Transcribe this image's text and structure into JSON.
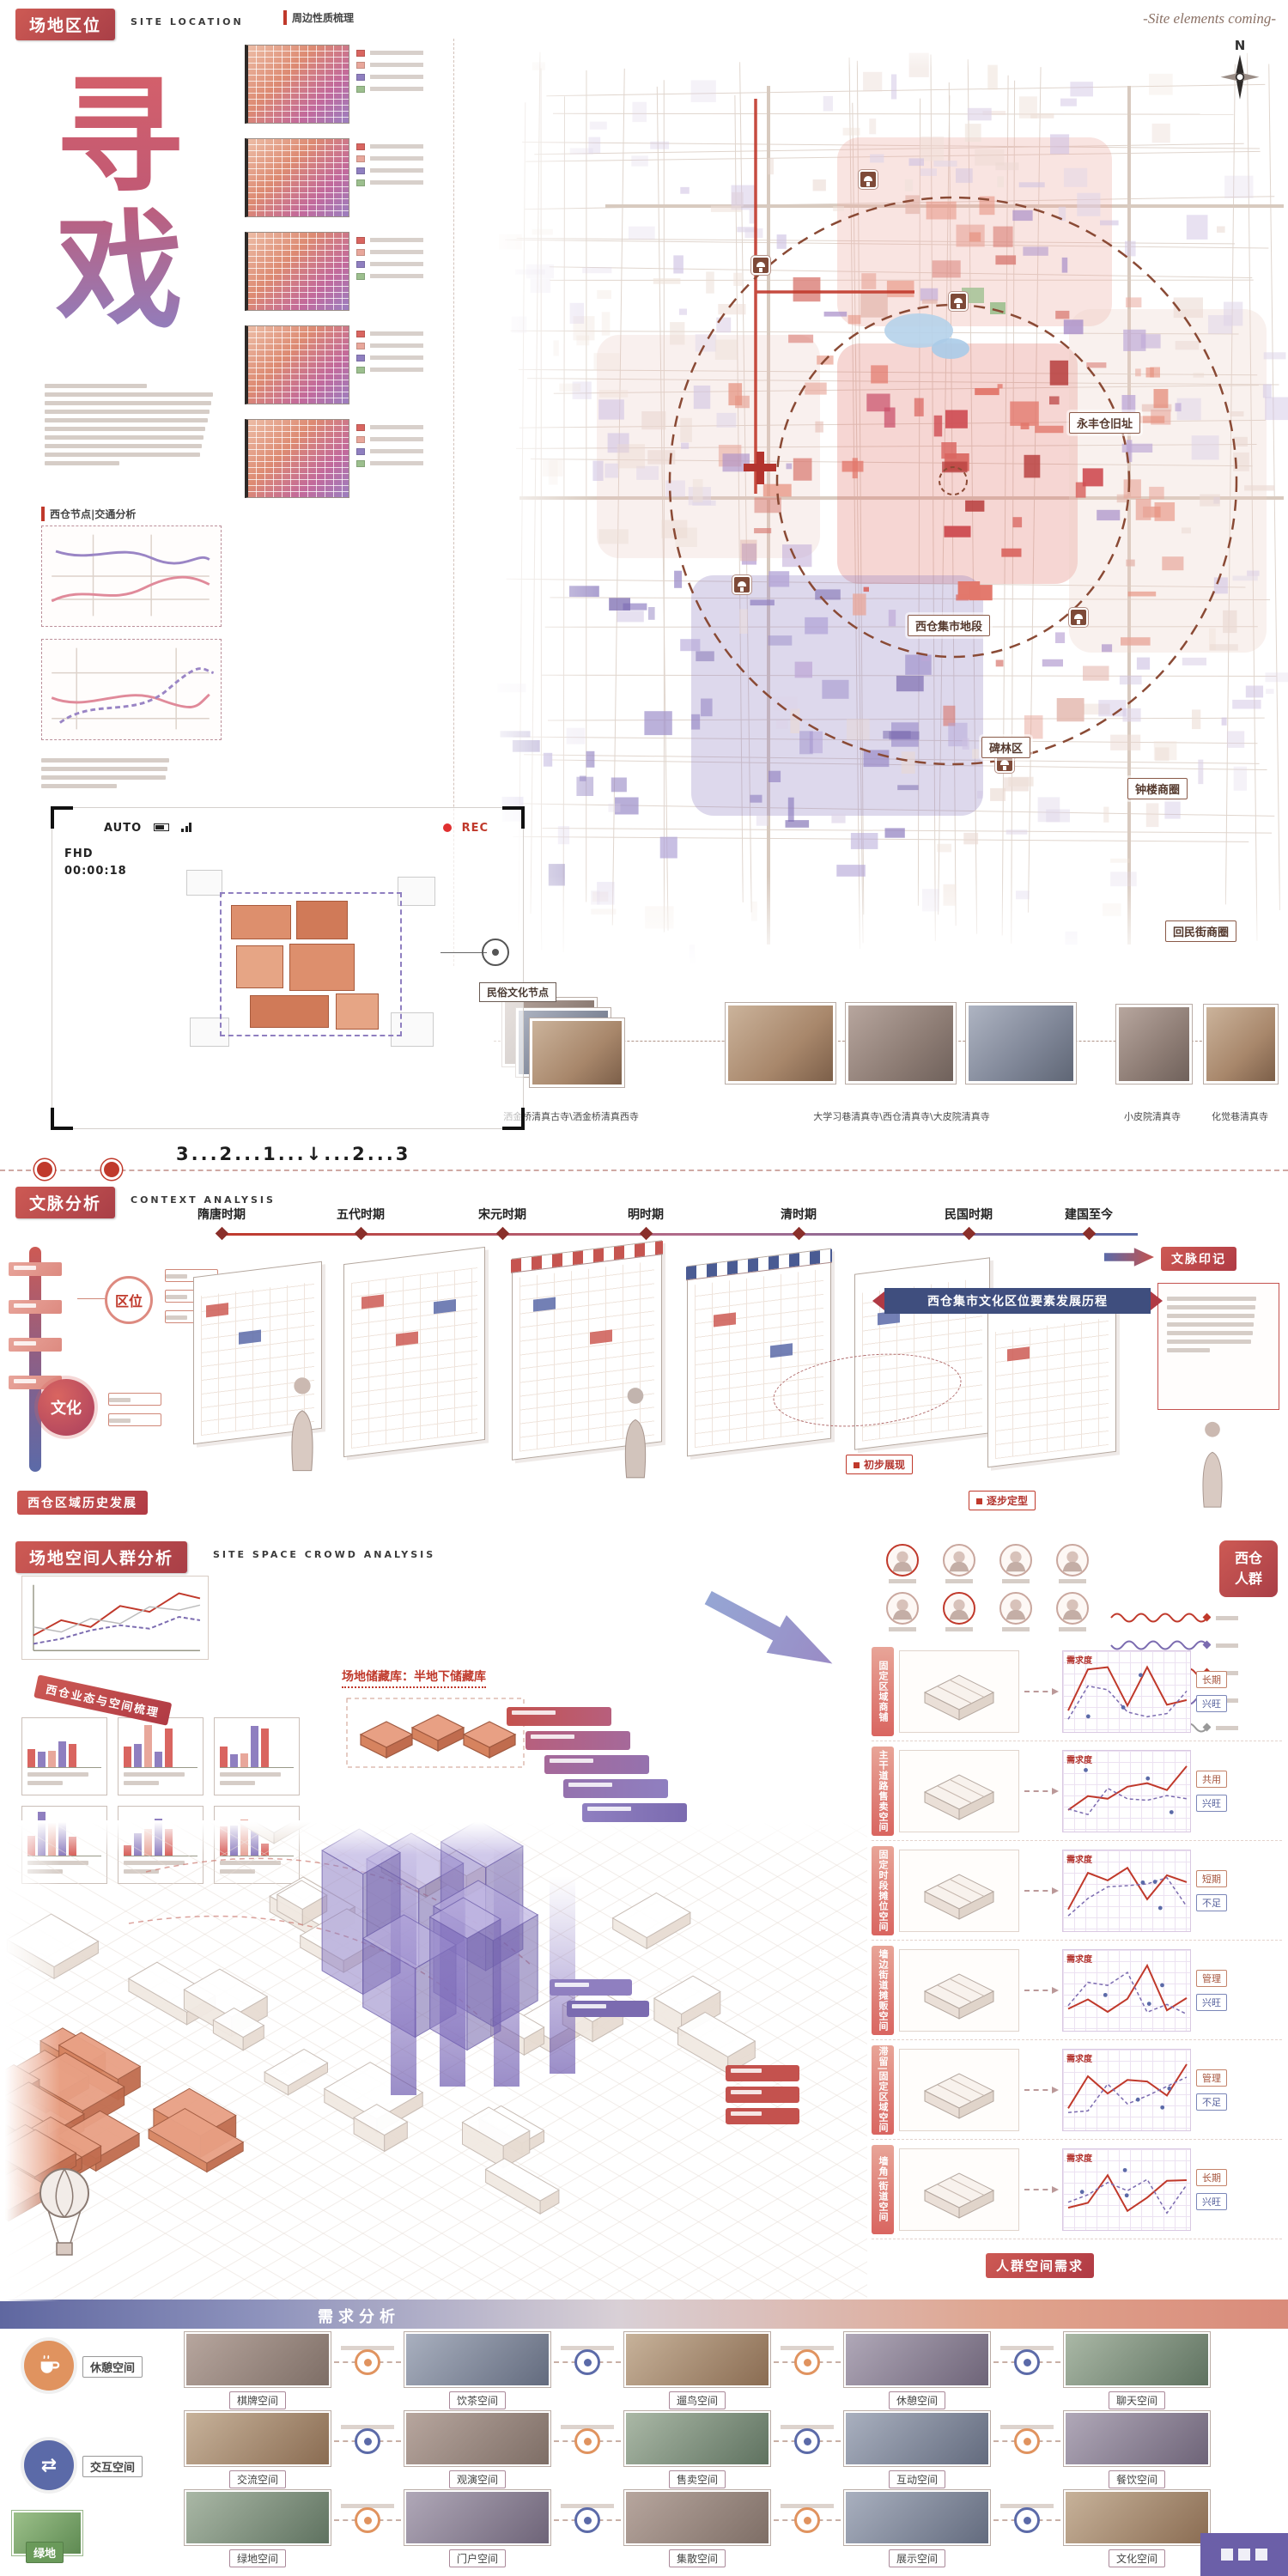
{
  "board": {
    "title": "寻戏",
    "motto": "-Site elements coming-",
    "compass": "N"
  },
  "s1": {
    "tag": "场地区位",
    "tag_en": "SITE LOCATION",
    "surroundings_label": "周边性质梳理",
    "traffic_label": "西仓节点|交通分析",
    "camera": {
      "auto": "AUTO",
      "res": "FHD",
      "timecode": "00:00:18",
      "rec": "REC"
    },
    "countdown": "3...2...1...↓...2...3",
    "map": {
      "labels": [
        "永丰仓旧址",
        "西仓集市地段",
        "碑林区",
        "钟楼商圈",
        "回民街商圈"
      ]
    },
    "culture_label": "民俗文化节点",
    "photo_captions": [
      "洒金桥清真古寺\\洒金桥清真西寺",
      "大学习巷清真寺\\西仓清真寺\\大皮院清真寺",
      "小皮院清真寺",
      "化觉巷清真寺"
    ]
  },
  "s2": {
    "tag": "文脉分析",
    "tag_en": "CONTEXT ANALYSIS",
    "timeline": [
      "隋唐时期",
      "五代时期",
      "宋元时期",
      "明时期",
      "清时期",
      "民国时期",
      "建国至今"
    ],
    "node_region": "区位",
    "node_culture": "文化",
    "history_label": "西仓区域历史发展",
    "banner": "西仓集市文化区位要素发展历程",
    "postscript": "文脉印记",
    "notes": [
      "初步展现",
      "逐步定型"
    ]
  },
  "s3": {
    "tag": "场地空间人群分析",
    "tag_en": "SITE SPACE CROWD ANALYSIS",
    "business_label": "西仓业态与空间梳理",
    "storage_note": "场地储藏库：半地下储藏库",
    "crowd_tag": "西仓人群",
    "chart_caption": "需求度",
    "rows": [
      {
        "label": "固定区域商铺",
        "tags": [
          "长期",
          "兴旺"
        ]
      },
      {
        "label": "主干道路售卖空间",
        "tags": [
          "共用",
          "兴旺"
        ]
      },
      {
        "label": "固定时段摊位空间",
        "tags": [
          "短期",
          "不足"
        ]
      },
      {
        "label": "墙边街道摊贩空间",
        "tags": [
          "管理",
          "兴旺"
        ]
      },
      {
        "label": "滞留|固定区域空间",
        "tags": [
          "管理",
          "不足"
        ]
      },
      {
        "label": "墙角|街道空间",
        "tags": [
          "长期",
          "兴旺"
        ]
      }
    ],
    "demand_label": "人群空间需求"
  },
  "s4": {
    "banner": "需求分析",
    "badges": [
      "休憩空间",
      "交互空间",
      "绿地"
    ],
    "rows": [
      {
        "cards": [
          "棋牌空间",
          "饮茶空间",
          "遛鸟空间",
          "休憩空间",
          "聊天空间"
        ]
      },
      {
        "cards": [
          "交流空间",
          "观演空间",
          "售卖空间",
          "互动空间",
          "餐饮空间"
        ]
      },
      {
        "cards": [
          "绿地空间",
          "门户空间",
          "集散空间",
          "展示空间",
          "文化空间"
        ]
      }
    ]
  }
}
